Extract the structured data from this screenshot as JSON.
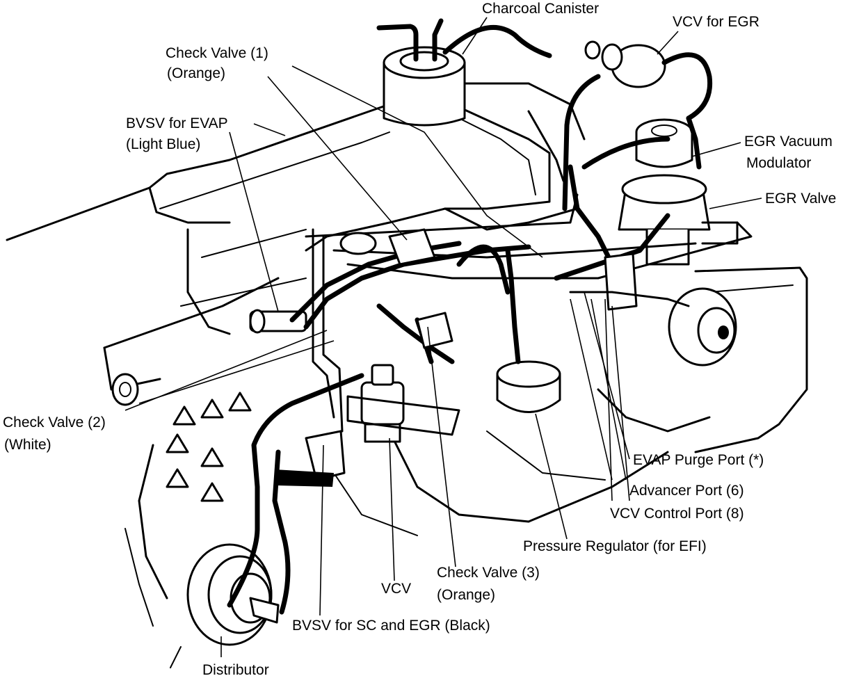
{
  "labels": {
    "charcoal_canister": "Charcoal Canister",
    "vcv_for_egr": "VCV for EGR",
    "check_valve_1": "Check Valve (1)",
    "check_valve_1_color": "(Orange)",
    "bvsv_for_evap": "BVSV for EVAP",
    "bvsv_for_evap_color": "(Light Blue)",
    "egr_vacuum_modulator_1": "EGR Vacuum",
    "egr_vacuum_modulator_2": "Modulator",
    "egr_valve": "EGR Valve",
    "check_valve_2": "Check Valve (2)",
    "check_valve_2_color": "(White)",
    "evap_purge_port": "EVAP Purge Port (*)",
    "advancer_port": "Advancer Port (6)",
    "vcv_control_port": "VCV Control Port (8)",
    "pressure_regulator": "Pressure Regulator (for EFI)",
    "vcv": "VCV",
    "check_valve_3": "Check Valve (3)",
    "check_valve_3_color": "(Orange)",
    "bvsv_for_sc_egr": "BVSV for SC and EGR (Black)",
    "distributor": "Distributor"
  },
  "colors": {
    "ink": "#000000",
    "paper": "#ffffff"
  }
}
